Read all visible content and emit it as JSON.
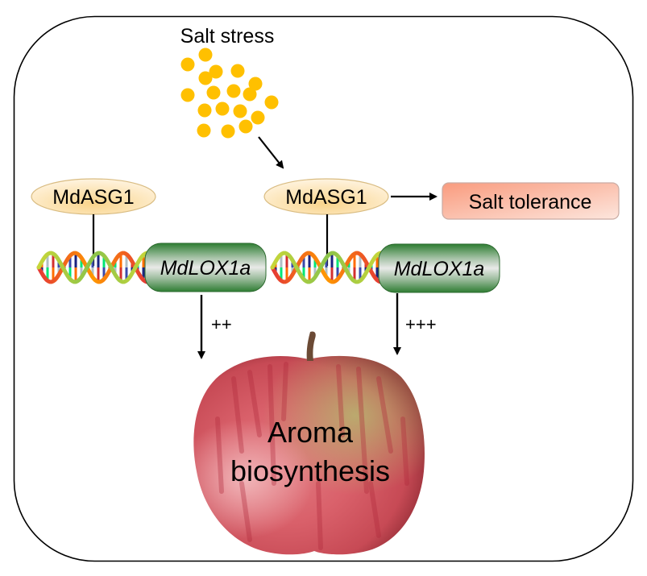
{
  "diagram": {
    "title": "MdASG1 regulates MdLOX1a in aroma biosynthesis and salt tolerance",
    "stimulus": {
      "label": "Salt stress",
      "particle_count": 18,
      "particle_color": "#FFC000"
    },
    "left_pathway": {
      "protein_label": "MdASG1",
      "gene_label": "MdLOX1a",
      "effect_label": "++"
    },
    "right_pathway": {
      "protein_label": "MdASG1",
      "gene_label": "MdLOX1a",
      "effect_label": "+++"
    },
    "outcome": {
      "label": "Salt tolerance"
    },
    "product": {
      "line1": "Aroma",
      "line2": "biosynthesis"
    },
    "colors": {
      "protein_fill_light": "#FFF3DC",
      "protein_fill_dark": "#F9D48B",
      "protein_stroke": "#D9B97A",
      "gene_dark": "#2E7D32",
      "gene_light": "#E8E8E8",
      "outcome_fill_top": "#F9A38A",
      "outcome_fill_bottom": "#FDE0D6",
      "outcome_stroke": "#C8A8A0",
      "frame_stroke": "#000000"
    }
  }
}
